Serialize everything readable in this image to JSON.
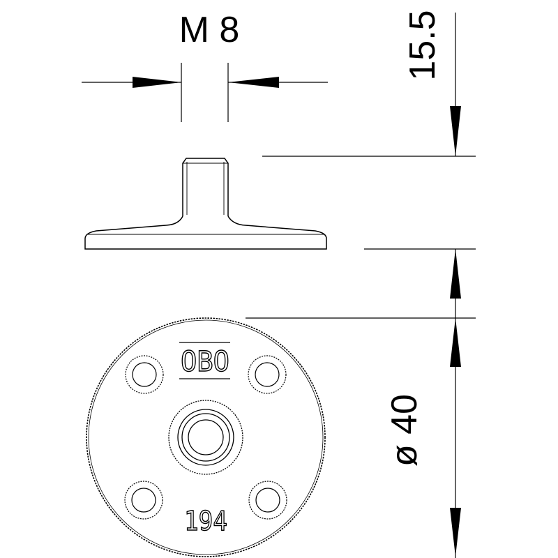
{
  "labels": {
    "thread": "M 8",
    "height": "15.5",
    "diameter": "ø 40",
    "logo": "OBO",
    "part_number": "194"
  },
  "colors": {
    "ink": "#000000",
    "background": "#ffffff"
  }
}
